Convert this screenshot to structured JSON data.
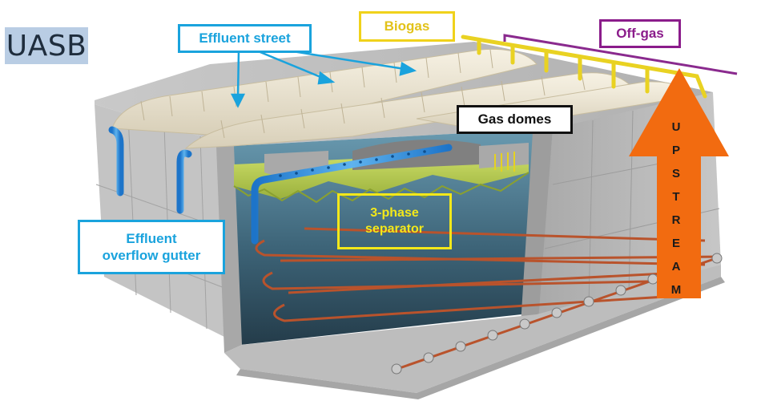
{
  "title": "UASB",
  "labels": {
    "effluent_street": "Effluent street",
    "biogas": "Biogas",
    "off_gas": "Off-gas",
    "gas_domes": "Gas domes",
    "three_phase_line1": "3-phase",
    "three_phase_line2": "separator",
    "effluent_overflow_line1": "Effluent",
    "effluent_overflow_line2": "overflow gutter",
    "upstream": [
      "U",
      "P",
      "S",
      "T",
      "R",
      "E",
      "A",
      "M"
    ]
  },
  "colors": {
    "effluent": "#1aa3dd",
    "biogas": "#f0d21b",
    "off_gas": "#8b1c8b",
    "gas_domes": "#111111",
    "separator": "#f3e81a",
    "upstream_arrow": "#f26b10",
    "concrete": "#b9b9b9",
    "water": "#4d7990",
    "pipe": "#b9532c"
  }
}
